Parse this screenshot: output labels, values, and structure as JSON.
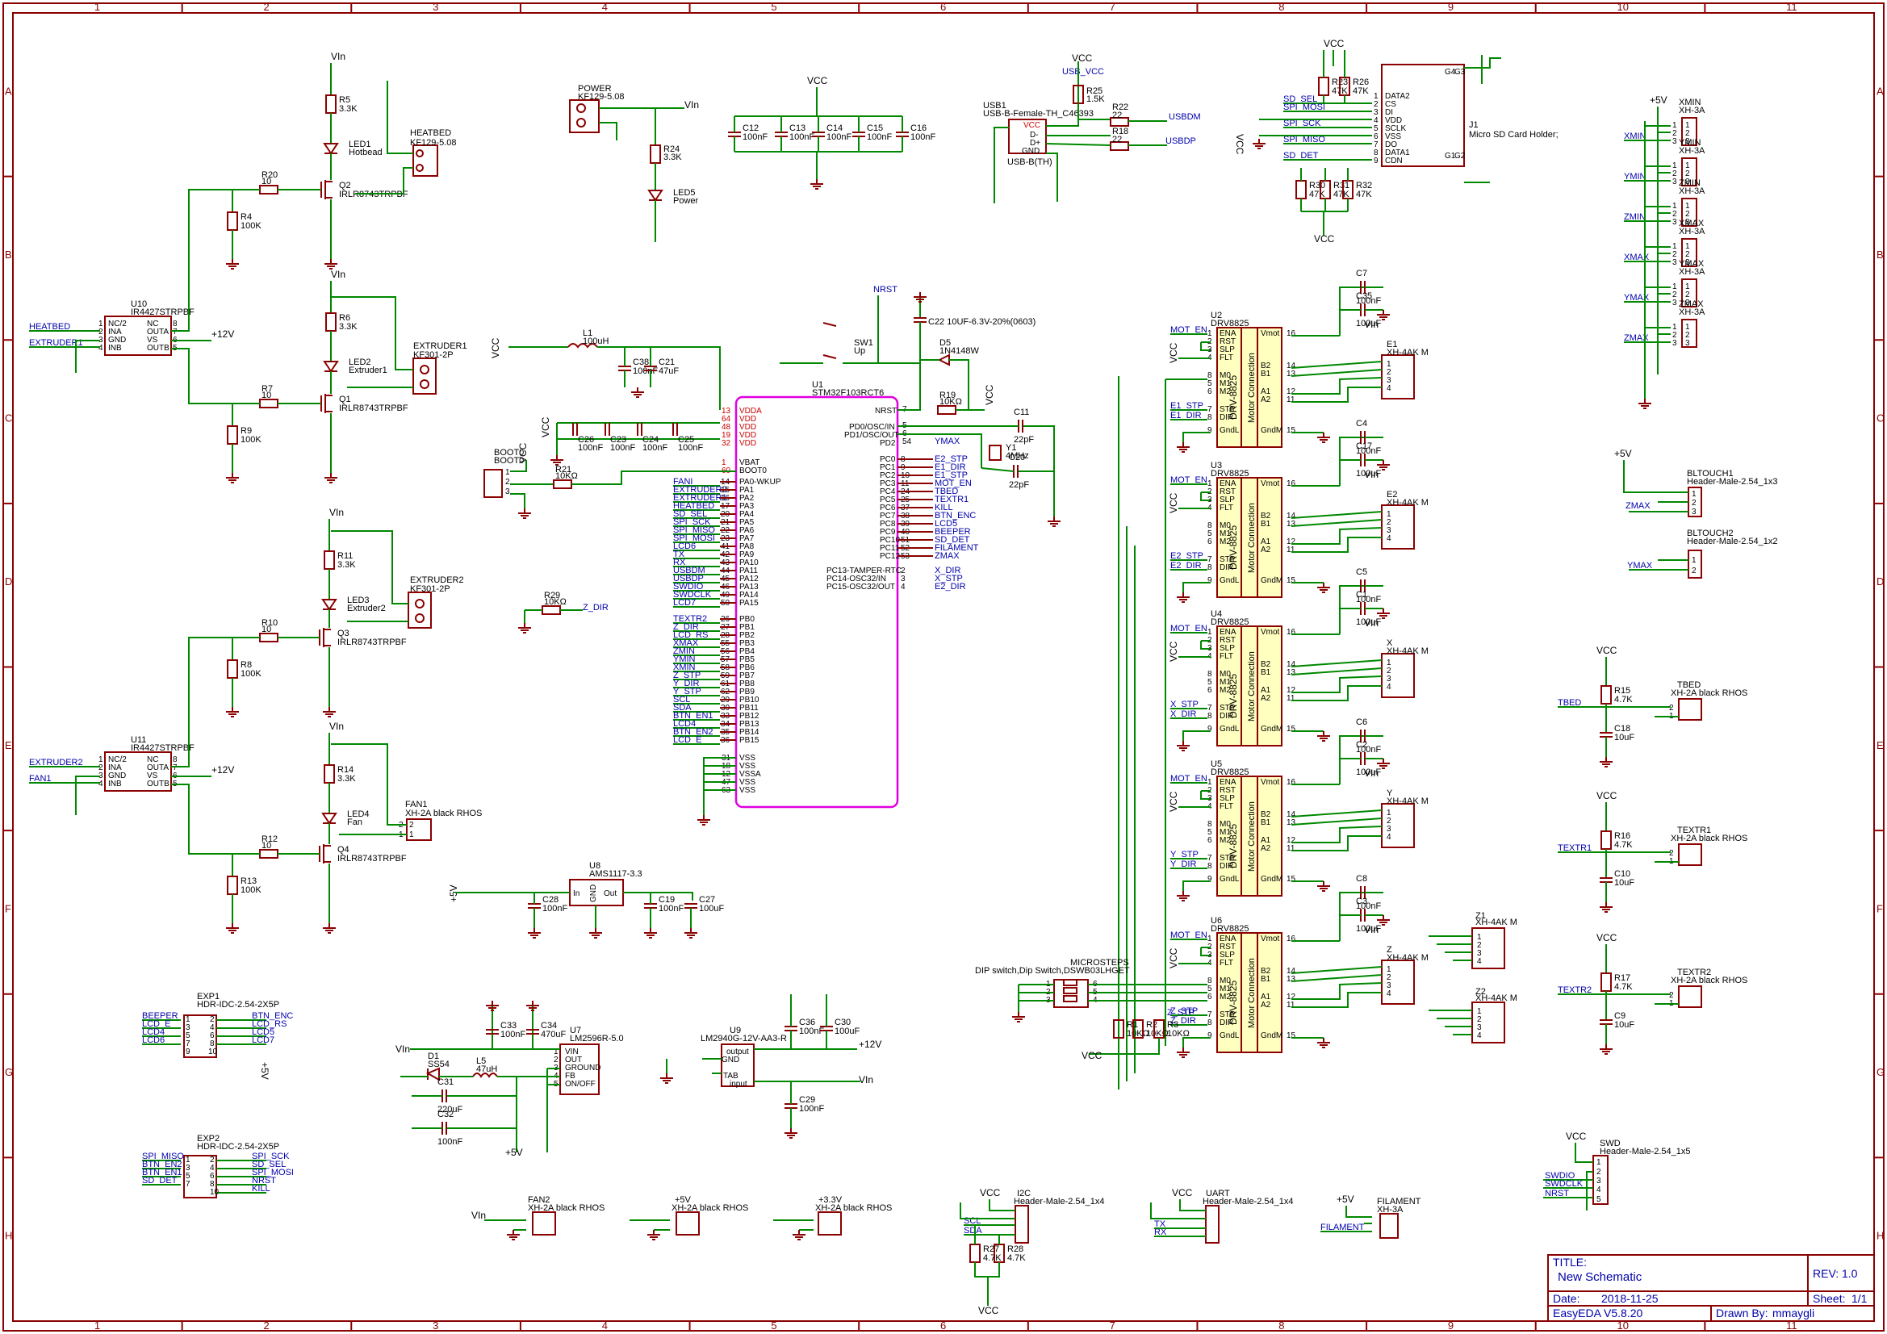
{
  "title_block": {
    "title_label": "TITLE:",
    "title": "New Schematic",
    "rev_label": "REV:",
    "rev": "1.0",
    "date_label": "Date:",
    "date": "2018-11-25",
    "sheet_label": "Sheet:",
    "sheet": "1/1",
    "tool": "EasyEDA V5.8.20",
    "drawn_label": "Drawn By:",
    "drawn_by": "mmaygli"
  },
  "frame": {
    "columns": [
      "1",
      "2",
      "3",
      "4",
      "5",
      "6",
      "7",
      "8",
      "9",
      "10",
      "11"
    ],
    "rows": [
      "A",
      "B",
      "C",
      "D",
      "E",
      "F",
      "G",
      "H"
    ]
  },
  "components": {
    "mcu": {
      "ref": "U1",
      "part": "STM32F103RCT6"
    },
    "heatbed": {
      "ref": "HEATBED",
      "part": "KF129-5.08"
    },
    "power": {
      "ref": "POWER",
      "part": "KF129-5.08"
    },
    "usb": {
      "ref": "USB1",
      "part": "USB-B-Female-TH_C46393",
      "sub": "USB-B(TH)"
    },
    "sd": {
      "ref": "J1",
      "part": "Micro SD Card Holder;"
    },
    "u10": {
      "ref": "U10",
      "part": "IR4427STRPBF"
    },
    "u11": {
      "ref": "U11",
      "part": "IR4427STRPBF"
    },
    "u8": {
      "ref": "U8",
      "part": "AMS1117-3.3"
    },
    "u7": {
      "ref": "U7",
      "part": "LM2596R-5.0"
    },
    "u9": {
      "ref": "U9",
      "part": "LM2940G-12V-AA3-R"
    },
    "sw1": {
      "ref": "SW1",
      "part": "Up"
    },
    "microsteps": {
      "ref": "MICROSTEPS",
      "part": "DIP switch,Dip Switch,DSWB03LHGET"
    },
    "exp1": {
      "ref": "EXP1",
      "part": "HDR-IDC-2.54-2X5P"
    },
    "exp2": {
      "ref": "EXP2",
      "part": "HDR-IDC-2.54-2X5P"
    },
    "drivers": [
      {
        "ref": "U2",
        "part": "DRV8825",
        "en": "MOT_EN",
        "stp": "E1_STP",
        "dir": "E1_DIR",
        "conn": "E1",
        "cap1": "C7",
        "cap2": "C35"
      },
      {
        "ref": "U3",
        "part": "DRV8825",
        "en": "MOT_EN",
        "stp": "E2_STP",
        "dir": "E2_DIR",
        "conn": "E2",
        "cap1": "C4",
        "cap2": "C17"
      },
      {
        "ref": "U4",
        "part": "DRV8825",
        "en": "MOT_EN",
        "stp": "X_STP",
        "dir": "X_DIR",
        "conn": "X",
        "cap1": "C5",
        "cap2": "C1"
      },
      {
        "ref": "U5",
        "part": "DRV8825",
        "en": "MOT_EN",
        "stp": "Y_STP",
        "dir": "Y_DIR",
        "conn": "Y",
        "cap1": "C6",
        "cap2": "C2"
      },
      {
        "ref": "U6",
        "part": "DRV8825",
        "en": "MOT_EN",
        "stp": "Z_STP",
        "dir": "Z_DIR",
        "conn": "Z",
        "cap1": "C8",
        "cap2": "C3"
      }
    ],
    "driver_pins_left": [
      "ENA",
      "RST",
      "SLP",
      "FLT",
      "M0",
      "M1",
      "M2",
      "STP",
      "DIR",
      "GndL"
    ],
    "driver_pins_right": [
      "Vmot",
      "B2",
      "B1",
      "A1",
      "A2",
      "GndM"
    ],
    "driver_body": "DRV-8825",
    "driver_body2": "Motor Connection",
    "endstops": [
      {
        "ref": "XMIN",
        "part": "XH-3A",
        "net": "XMIN"
      },
      {
        "ref": "YMIN",
        "part": "XH-3A",
        "net": "YMIN"
      },
      {
        "ref": "ZMIN",
        "part": "XH-3A",
        "net": "ZMIN"
      },
      {
        "ref": "XMAX",
        "part": "XH-3A",
        "net": "XMAX"
      },
      {
        "ref": "YMAX",
        "part": "XH-3A",
        "net": "YMAX"
      },
      {
        "ref": "ZMAX",
        "part": "XH-3A",
        "net": "ZMAX"
      }
    ],
    "thermistors": [
      {
        "ref": "TBED",
        "part": "XH-2A black RHOS",
        "net": "TBED",
        "r": "R15",
        "rv": "4.7K",
        "c": "C18",
        "cv": "10uF"
      },
      {
        "ref": "TEXTR1",
        "part": "XH-2A black RHOS",
        "net": "TEXTR1",
        "r": "R16",
        "rv": "4.7K",
        "c": "C10",
        "cv": "10uF"
      },
      {
        "ref": "TEXTR2",
        "part": "XH-2A black RHOS",
        "net": "TEXTR2",
        "r": "R17",
        "rv": "4.7K",
        "c": "C9",
        "cv": "10uF"
      }
    ],
    "bltouch1": {
      "ref": "BLTOUCH1",
      "part": "Header-Male-2.54_1x3"
    },
    "bltouch2": {
      "ref": "BLTOUCH2",
      "part": "Header-Male-2.54_1x2"
    },
    "swd": {
      "ref": "SWD",
      "part": "Header-Male-2.54_1x5"
    },
    "i2c": {
      "ref": "I2C",
      "part": "Header-Male-2.54_1x4"
    },
    "uart": {
      "ref": "UART",
      "part": "Header-Male-2.54_1x4"
    },
    "filament": {
      "ref": "FILAMENT",
      "part": "XH-3A"
    },
    "fan2": {
      "ref": "FAN2",
      "part": "XH-2A black RHOS"
    },
    "p5v": {
      "ref": "+5V",
      "part": "XH-2A black RHOS"
    },
    "p33v": {
      "ref": "+3.3V",
      "part": "XH-2A black RHOS"
    },
    "fan1": {
      "ref": "FAN1",
      "part": "XH-2A black RHOS"
    },
    "extruder1": {
      "ref": "EXTRUDER1",
      "part": "KF301-2P"
    },
    "extruder2": {
      "ref": "EXTRUDER2",
      "part": "KF301-2P"
    }
  },
  "mcu_pins_left": [
    [
      "FANI",
      "14",
      "PA0-WKUP"
    ],
    [
      "EXTRUDER2",
      "15",
      "PA1"
    ],
    [
      "EXTRUDER1",
      "16",
      "PA2"
    ],
    [
      "HEATBED",
      "17",
      "PA3"
    ],
    [
      "SD_SEL",
      "20",
      "PA4"
    ],
    [
      "SPI_SCK",
      "21",
      "PA5"
    ],
    [
      "SPI_MISO",
      "22",
      "PA6"
    ],
    [
      "SPI_MOSI",
      "23",
      "PA7"
    ],
    [
      "LCD6",
      "41",
      "PA8"
    ],
    [
      "TX",
      "42",
      "PA9"
    ],
    [
      "RX",
      "43",
      "PA10"
    ],
    [
      "USBDM",
      "44",
      "PA11"
    ],
    [
      "USBDP",
      "45",
      "PA12"
    ],
    [
      "SWDIO",
      "46",
      "PA13"
    ],
    [
      "SWDCLK",
      "49",
      "PA14"
    ],
    [
      "LCD7",
      "50",
      "PA15"
    ],
    [
      "TEXTR2",
      "26",
      "PB0"
    ],
    [
      "Z_DIR",
      "27",
      "PB1"
    ],
    [
      "LCD_RS",
      "28",
      "PB2"
    ],
    [
      "XMAX",
      "55",
      "PB3"
    ],
    [
      "ZMIN",
      "56",
      "PB4"
    ],
    [
      "YMIN",
      "57",
      "PB5"
    ],
    [
      "XMIN",
      "58",
      "PB6"
    ],
    [
      "Z_STP",
      "59",
      "PB7"
    ],
    [
      "Y_DIR",
      "61",
      "PB8"
    ],
    [
      "Y_STP",
      "62",
      "PB9"
    ],
    [
      "SCL",
      "29",
      "PB10"
    ],
    [
      "SDA",
      "30",
      "PB11"
    ],
    [
      "BTN_EN1",
      "33",
      "PB12"
    ],
    [
      "LCD4",
      "34",
      "PB13"
    ],
    [
      "BTN_EN2",
      "35",
      "PB14"
    ],
    [
      "LCD_E",
      "36",
      "PB15"
    ]
  ],
  "mcu_pins_right": [
    [
      "PC0",
      "8",
      "E2_STP"
    ],
    [
      "PC1",
      "9",
      "E1_DIR"
    ],
    [
      "PC2",
      "10",
      "E1_STP"
    ],
    [
      "PC3",
      "11",
      "MOT_EN"
    ],
    [
      "PC4",
      "24",
      "TBED"
    ],
    [
      "PC5",
      "25",
      "TEXTR1"
    ],
    [
      "PC6",
      "37",
      "KILL"
    ],
    [
      "PC7",
      "38",
      "BTN_ENC"
    ],
    [
      "PC8",
      "39",
      "LCD5"
    ],
    [
      "PC9",
      "40",
      "BEEPER"
    ],
    [
      "PC10",
      "51",
      "SD_DET"
    ],
    [
      "PC11",
      "52",
      "FILAMENT"
    ],
    [
      "PC12",
      "53",
      "ZMAX"
    ]
  ],
  "mcu_power_pins": [
    [
      "13",
      "VDDA"
    ],
    [
      "64",
      "VDD"
    ],
    [
      "48",
      "VDD"
    ],
    [
      "19",
      "VDD"
    ],
    [
      "32",
      "VDD"
    ],
    [
      "1",
      "VBAT"
    ],
    [
      "60",
      "BOOT0"
    ]
  ],
  "mcu_vss_pins": [
    [
      "31",
      "VSS"
    ],
    [
      "18",
      "VSS"
    ],
    [
      "12",
      "VSSA"
    ],
    [
      "47",
      "VSS"
    ],
    [
      "63",
      "VSS"
    ]
  ],
  "mcu_misc_right": [
    [
      "NRST",
      "7"
    ],
    [
      "PD0/OSC/IN",
      "5"
    ],
    [
      "PD1/OSC/OUT",
      "6"
    ],
    [
      "PD2",
      "54"
    ]
  ],
  "mcu_misc_right_net": [
    "YMAX"
  ],
  "mcu_osc_right": [
    [
      "PC13-TAMPER-RTC",
      "2",
      "X_DIR"
    ],
    [
      "PC14-OSC32/IN",
      "3",
      "X_STP"
    ],
    [
      "PC15-OSC32/OUT",
      "4",
      "E2_DIR"
    ]
  ],
  "labels": {
    "vin": "VIn",
    "vcc": "VCC",
    "p12": "+12V",
    "p5": "+5V",
    "p5s": "+5V",
    "nrst": "NRST",
    "usb_vcc": "USB_VCC",
    "usbdm": "USBDM",
    "usbdp": "USBDP",
    "heatbed_net": "HEATBED",
    "extruder1_net": "EXTRUDER1",
    "extruder2_net": "EXTRUDER2",
    "fan1_net": "FAN1",
    "z_dir": "Z_DIR",
    "zmax": "ZMAX",
    "ymax": "YMAX",
    "filament": "FILAMENT",
    "z_stp": "Z_STP",
    "boot0": "BOOT0",
    "boot0b": "BOOT0"
  },
  "passives": {
    "r5": [
      "R5",
      "3.3K"
    ],
    "r6": [
      "R6",
      "3.3K"
    ],
    "r11": [
      "R11",
      "3.3K"
    ],
    "r14": [
      "R14",
      "3.3K"
    ],
    "r20": [
      "R20",
      "10"
    ],
    "r7": [
      "R7",
      "10"
    ],
    "r10": [
      "R10",
      "10"
    ],
    "r12": [
      "R12",
      "10"
    ],
    "r4": [
      "R4",
      "100K"
    ],
    "r9": [
      "R9",
      "100K"
    ],
    "r8": [
      "R8",
      "100K"
    ],
    "r13": [
      "R13",
      "100K"
    ],
    "r24": [
      "R24",
      "3.3K"
    ],
    "r25": [
      "R25",
      "1.5K"
    ],
    "r22": [
      "R22",
      "22"
    ],
    "r18": [
      "R18",
      "22"
    ],
    "r23": [
      "R23",
      "47K"
    ],
    "r26": [
      "R26",
      "47K"
    ],
    "r30": [
      "R30",
      "47K"
    ],
    "r31": [
      "R31",
      "47K"
    ],
    "r32": [
      "R32",
      "47K"
    ],
    "r19": [
      "R19",
      "10KΩ"
    ],
    "r21": [
      "R21",
      "10KΩ"
    ],
    "r29": [
      "R29",
      "10KΩ"
    ],
    "r1": [
      "R1",
      "10KΩ"
    ],
    "r2": [
      "R2",
      "10KΩ"
    ],
    "r3": [
      "R3",
      "10KΩ"
    ],
    "r27": [
      "R27",
      "4.7K"
    ],
    "r28": [
      "R28",
      "4.7K"
    ],
    "c12": [
      "C12",
      "100nF"
    ],
    "c13": [
      "C13",
      "100nF"
    ],
    "c14": [
      "C14",
      "100nF"
    ],
    "c15": [
      "C15",
      "100nF"
    ],
    "c16": [
      "C16",
      "100nF"
    ],
    "c22": [
      "C22",
      "10UF-6.3V-20%(0603)"
    ],
    "d5": [
      "D5",
      "1N4148W"
    ],
    "c11": [
      "C11",
      "22pF"
    ],
    "c20": [
      "C20",
      "22pF"
    ],
    "y1": [
      "Y1",
      "4MHz"
    ],
    "l1": [
      "L1",
      "100uH"
    ],
    "c38": [
      "C38",
      "100nF"
    ],
    "c21": [
      "C21",
      "47uF"
    ],
    "c26": [
      "C26",
      "100nF"
    ],
    "c23": [
      "C23",
      "100nF"
    ],
    "c24": [
      "C24",
      "100nF"
    ],
    "c25": [
      "C25",
      "100nF"
    ],
    "c28": [
      "C28",
      "100nF"
    ],
    "c19": [
      "C19",
      "100nF"
    ],
    "c27": [
      "C27",
      "100uF"
    ],
    "c33": [
      "C33",
      "100nF"
    ],
    "c34": [
      "C34",
      "470uF"
    ],
    "d1": [
      "D1",
      "SS54"
    ],
    "l5": [
      "L5",
      "47uH"
    ],
    "c31": [
      "C31",
      "220uF"
    ],
    "c32": [
      "C32",
      "100nF"
    ],
    "c36": [
      "C36",
      "100nF"
    ],
    "c30": [
      "C30",
      "100uF"
    ],
    "c29": [
      "C29",
      "100nF"
    ],
    "led1": [
      "LED1",
      "Hotbead"
    ],
    "led2": [
      "LED2",
      "Extruder1"
    ],
    "led3": [
      "LED3",
      "Extruder2"
    ],
    "led4": [
      "LED4",
      "Fan"
    ],
    "led5": [
      "LED5",
      "Power"
    ],
    "q1": [
      "Q1",
      "IRLR8743TRPBF"
    ],
    "q2": [
      "Q2",
      "IRLR8743TRPBF"
    ],
    "q3": [
      "Q3",
      "IRLR8743TRPBF"
    ],
    "q4": [
      "Q4",
      "IRLR8743TRPBF"
    ]
  },
  "exp1_left": [
    "BEEPER",
    "LCD_E",
    "LCD4",
    "LCD6"
  ],
  "exp1_right": [
    "BTN_ENC",
    "LCD_RS",
    "LCD5",
    "LCD7"
  ],
  "exp2_left": [
    "SPI_MISO",
    "BTN_EN2",
    "BTN_EN1",
    "SD_DET"
  ],
  "exp2_right": [
    "SPI_SCK",
    "SD_SEL",
    "SPI_MOSI",
    "NRST",
    "KILL"
  ],
  "sd_left": [
    "SD_SEL",
    "SPI_MOSI",
    "SPI_SCK",
    "SPI_MISO",
    "SD_DET"
  ],
  "sd_pins": [
    "DATA2",
    "CS",
    "DI",
    "VDD",
    "SCLK",
    "VSS",
    "DO",
    "DATA1",
    "CDN"
  ],
  "swd_nets": [
    "SWDIO",
    "SWDCLK",
    "NRST"
  ],
  "i2c_nets": [
    "SCL",
    "SDA"
  ],
  "uart_nets": [
    "TX",
    "RX"
  ],
  "u10_pins": [
    "NC/2",
    "INA",
    "GND",
    "INB",
    "NC",
    "OUTA",
    "VS",
    "OUTB"
  ],
  "u7_pins": [
    "VIN",
    "OUT",
    "GROUND",
    "FB",
    "ON/OFF"
  ],
  "u9_pins": [
    "output",
    "GND",
    "TAB",
    "input"
  ],
  "u8_pins": [
    "In",
    "GND",
    "Out"
  ],
  "usb_pins": [
    "VCC",
    "D-",
    "D+",
    "GND"
  ],
  "bltouch_net": "ZMAX",
  "bltouch2_net": "YMAX",
  "p5v_label": "+5V"
}
